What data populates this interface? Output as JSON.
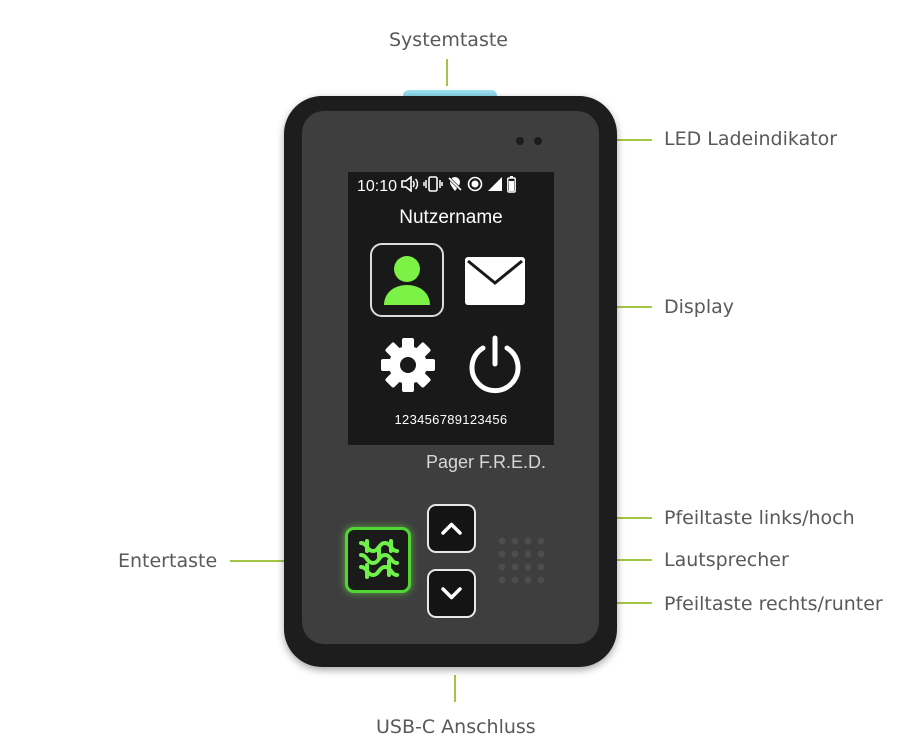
{
  "labels": {
    "system_key": "Systemtaste",
    "led": "LED Ladeindikator",
    "display": "Display",
    "arrow_up": "Pfeiltaste links/hoch",
    "speaker": "Lautsprecher",
    "arrow_down": "Pfeiltaste rechts/runter",
    "enter": "Entertaste",
    "usb": "USB-C Anschluss"
  },
  "screen": {
    "time": "10:10",
    "username": "Nutzername",
    "serial": "123456789123456"
  },
  "device": {
    "brand": "Pager F.R.E.D."
  },
  "icons": {
    "status": [
      "speaker-icon",
      "vibrate-icon",
      "no-location-icon",
      "record-icon",
      "signal-icon",
      "battery-icon"
    ],
    "menu": [
      "user-icon",
      "mail-icon",
      "gear-icon",
      "power-icon"
    ],
    "keys": [
      "enter-pattern-icon",
      "chevron-up-icon",
      "chevron-down-icon"
    ]
  },
  "colors": {
    "callout_line": "#a3c644",
    "label_text": "#595959",
    "user_icon": "#7cf146",
    "enter_glow": "#4fd631",
    "top_button": "#7fd0e6",
    "device_body": "#1d1d1d",
    "device_face": "#3e3e3e",
    "screen": "#191919"
  }
}
